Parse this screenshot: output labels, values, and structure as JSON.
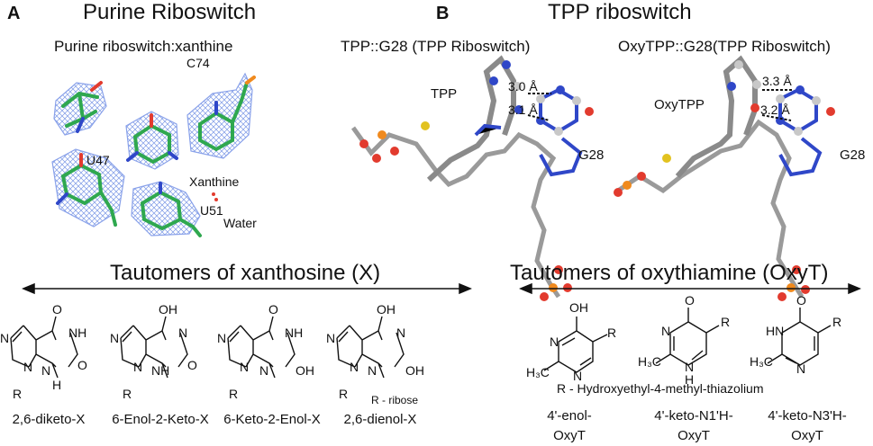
{
  "panelA": {
    "letter": "A",
    "title": "Purine Riboswitch",
    "subtitle": "Purine riboswitch:xanthine",
    "labels": {
      "c74": "C74",
      "u47": "U47",
      "xanthine": "Xanthine",
      "u51": "U51",
      "water": "Water"
    }
  },
  "panelB": {
    "letter": "B",
    "title": "TPP riboswitch",
    "left": {
      "subtitle": "TPP::G28 (TPP Riboswitch)",
      "ligand": "TPP",
      "dist1": "3.0 Å",
      "dist2": "3.1 Å",
      "base": "G28"
    },
    "right": {
      "subtitle": "OxyTPP::G28(TPP Riboswitch)",
      "ligand": "OxyTPP",
      "dist1": "3.3 Å",
      "dist2": "3.2 Å",
      "base": "G28"
    }
  },
  "xanthosine": {
    "title": "Tautomers of xanthosine (X)",
    "note": "R - ribose",
    "structures": [
      {
        "name": "2,6-diketo-X"
      },
      {
        "name": "6-Enol-2-Keto-X"
      },
      {
        "name": "6-Keto-2-Enol-X"
      },
      {
        "name": "2,6-dienol-X"
      }
    ],
    "atoms": {
      "o": "O",
      "oh": "OH",
      "nh": "NH",
      "n": "N",
      "h": "H",
      "r": "R"
    }
  },
  "oxythiamine": {
    "title": "Tautomers of oxythiamine (OxyT)",
    "note": "R - Hydroxyethyl-4-methyl-thiazolium",
    "structures": [
      {
        "name_line1": "4'-enol-",
        "name_line2": "OxyT"
      },
      {
        "name_line1": "4'-keto-N1'H-",
        "name_line2": "OxyT"
      },
      {
        "name_line1": "4'-keto-N3'H-",
        "name_line2": "OxyT"
      }
    ],
    "atoms": {
      "oh": "OH",
      "o": "O",
      "n": "N",
      "h": "H",
      "hn": "HN",
      "r": "R",
      "h3c": "H₃C"
    }
  },
  "colors": {
    "mesh": "#6f8fe0",
    "carbon_green": "#2fa84f",
    "nitrogen": "#2f47c8",
    "oxygen": "#e23b2e",
    "phosphorus": "#f08a1e",
    "sulfur": "#e2c21f",
    "gray_atom": "#c8c8c8",
    "dark_gray": "#6b6b6b"
  }
}
